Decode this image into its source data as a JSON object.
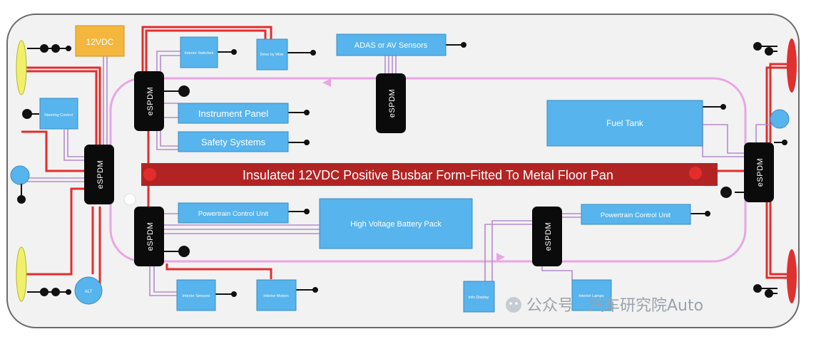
{
  "busbar_label": "Insulated 12VDC Positive Busbar Form-Fitted To Metal Floor Pan",
  "battery_label": "12VDC",
  "alt_label": "ALT",
  "espdm_label": "eSPDM",
  "boxes": {
    "interior_switches": "Interior Switches",
    "drive_by_wire": "Drive by Wire",
    "adas_sensors": "ADAS or AV Sensors",
    "steering_control": "Steering Control",
    "instrument_panel": "Instrument Panel",
    "safety_systems": "Safety Systems",
    "fuel_tank": "Fuel Tank",
    "powertrain_control_left": "Powertrain Control Unit",
    "hv_battery": "High Voltage Battery Pack",
    "powertrain_control_right": "Powertrain Control Unit",
    "interior_sensors": "Interior Sensors",
    "interior_motors": "Interior Motors",
    "info_display": "Info Display",
    "right_small_box": "Interior Lamps"
  },
  "watermark": "公众号 · 汽车研究院Auto",
  "colors": {
    "box": "#57b4ec",
    "espdm": "#0b0b0b",
    "busbar": "#b22424",
    "red_wire": "#e32d2d",
    "pink_loop": "#e9a6e3",
    "headlight": "#f1f06a",
    "taillight": "#e03030",
    "battery": "#f4b63c"
  }
}
